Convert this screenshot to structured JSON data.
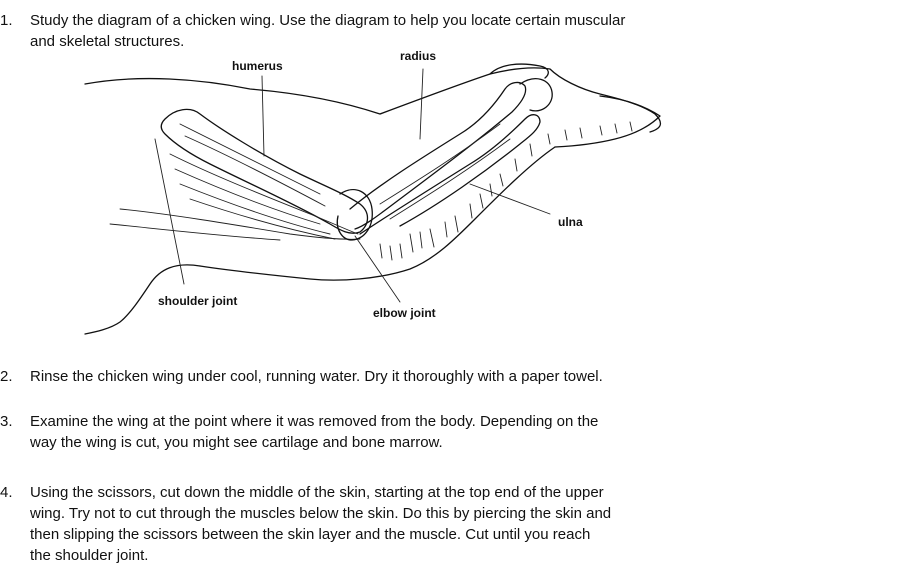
{
  "steps": [
    {
      "number": "1.",
      "lines": [
        "Study the diagram of a chicken wing. Use the diagram to help you locate certain muscular",
        "and skeletal structures."
      ]
    },
    {
      "number": "2.",
      "lines": [
        "Rinse the chicken wing under cool, running water. Dry it thoroughly with a paper towel."
      ]
    },
    {
      "number": "3.",
      "lines": [
        "Examine the wing at the point where it was removed from the body. Depending on the",
        "way the wing is cut, you might see cartilage and bone marrow."
      ]
    },
    {
      "number": "4.",
      "lines": [
        "Using the scissors, cut down the middle of the skin, starting at the top end of the upper",
        "wing. Try not to cut through the muscles below the skin. Do this by piercing the skin and",
        "then slipping the scissors between the skin layer and the muscle. Cut until you reach",
        "the shoulder joint."
      ]
    }
  ],
  "diagram": {
    "labels": {
      "humerus": "humerus",
      "radius": "radius",
      "ulna": "ulna",
      "shoulder_joint": "shoulder joint",
      "elbow_joint": "elbow joint"
    }
  }
}
